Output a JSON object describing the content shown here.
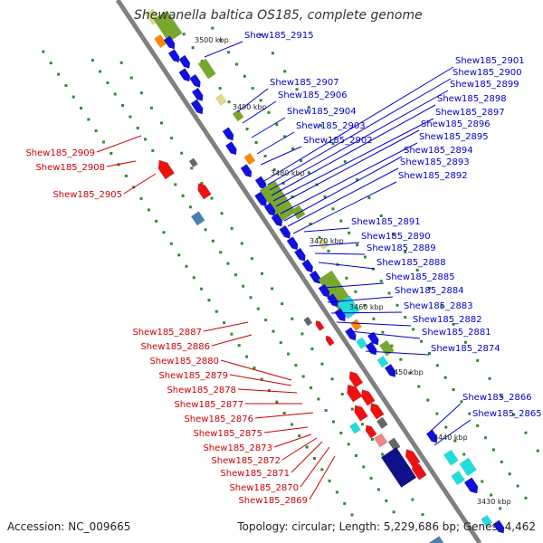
{
  "title": "Shewanella baltica OS185, complete genome",
  "footer": {
    "accession": "Accession: NC_009665",
    "topology": "Topology: circular; Length: 5,229,686 bp; Genes: 4,462"
  },
  "colors": {
    "forward_label": "#0000cc",
    "reverse_label": "#cc0000",
    "backbone": "#808080",
    "gene_blue": "#1010e0",
    "gene_red": "#ee1111",
    "gene_green": "#7aa82e",
    "gene_cyan": "#22dddd",
    "gene_navy": "#10108a",
    "gene_steel": "#4a7fb0",
    "gene_gray": "#666666",
    "gene_pink": "#ee8888",
    "gene_orange": "#ff8800",
    "gene_khaki": "#dddd88",
    "dash_green": "#2e8b2e"
  },
  "scale_ticks": [
    "3500 kbp",
    "3490 kbp",
    "3480 kbp",
    "3470 kbp",
    "3460 kbp",
    "3450 kbp",
    "3440 kbp",
    "3430 kbp"
  ],
  "forward_genes": [
    "Shew185_2915",
    "Shew185_2907",
    "Shew185_2906",
    "Shew185_2904",
    "Shew185_2903",
    "Shew185_2902",
    "Shew185_2901",
    "Shew185_2900",
    "Shew185_2899",
    "Shew185_2898",
    "Shew185_2897",
    "Shew185_2896",
    "Shew185_2895",
    "Shew185_2894",
    "Shew185_2893",
    "Shew185_2892",
    "Shew185_2891",
    "Shew185_2890",
    "Shew185_2889",
    "Shew185_2888",
    "Shew185_2885",
    "Shew185_2884",
    "Shew185_2883",
    "Shew185_2882",
    "Shew185_2881",
    "Shew185_2874",
    "Shew185_2866",
    "Shew185_2865"
  ],
  "reverse_genes": [
    "Shew185_2909",
    "Shew185_2908",
    "Shew185_2905",
    "Shew185_2887",
    "Shew185_2886",
    "Shew185_2880",
    "Shew185_2879",
    "Shew185_2878",
    "Shew185_2877",
    "Shew185_2876",
    "Shew185_2875",
    "Shew185_2873",
    "Shew185_2872",
    "Shew185_2871",
    "Shew185_2870",
    "Shew185_2869"
  ]
}
